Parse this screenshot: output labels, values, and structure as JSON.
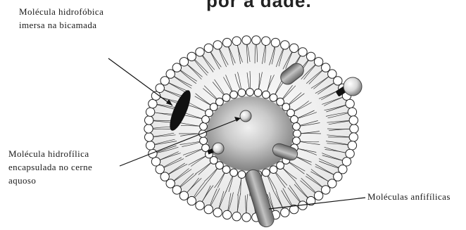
{
  "header_fragment": "por a  dade.",
  "labels": {
    "hydrophobic": [
      "Molécula   hidrofóbica",
      "imersa   na   bicamada"
    ],
    "hydrophilic": [
      "Molécula   hidrofílica",
      "encapsulada  no  cerne",
      "aquoso"
    ],
    "amphiphilic": "Moléculas anfifílicas"
  },
  "colors": {
    "lipid_head": "#ffffff",
    "head_stroke": "#222222",
    "tail": "#333333",
    "core_light": "#e2e2e2",
    "core_dark": "#7d7d7d",
    "bilayer_fill": "#e8e8e8",
    "hydrophobic_molecule": "#111111",
    "amphiphilic_molecule": "#8a8a8a"
  }
}
